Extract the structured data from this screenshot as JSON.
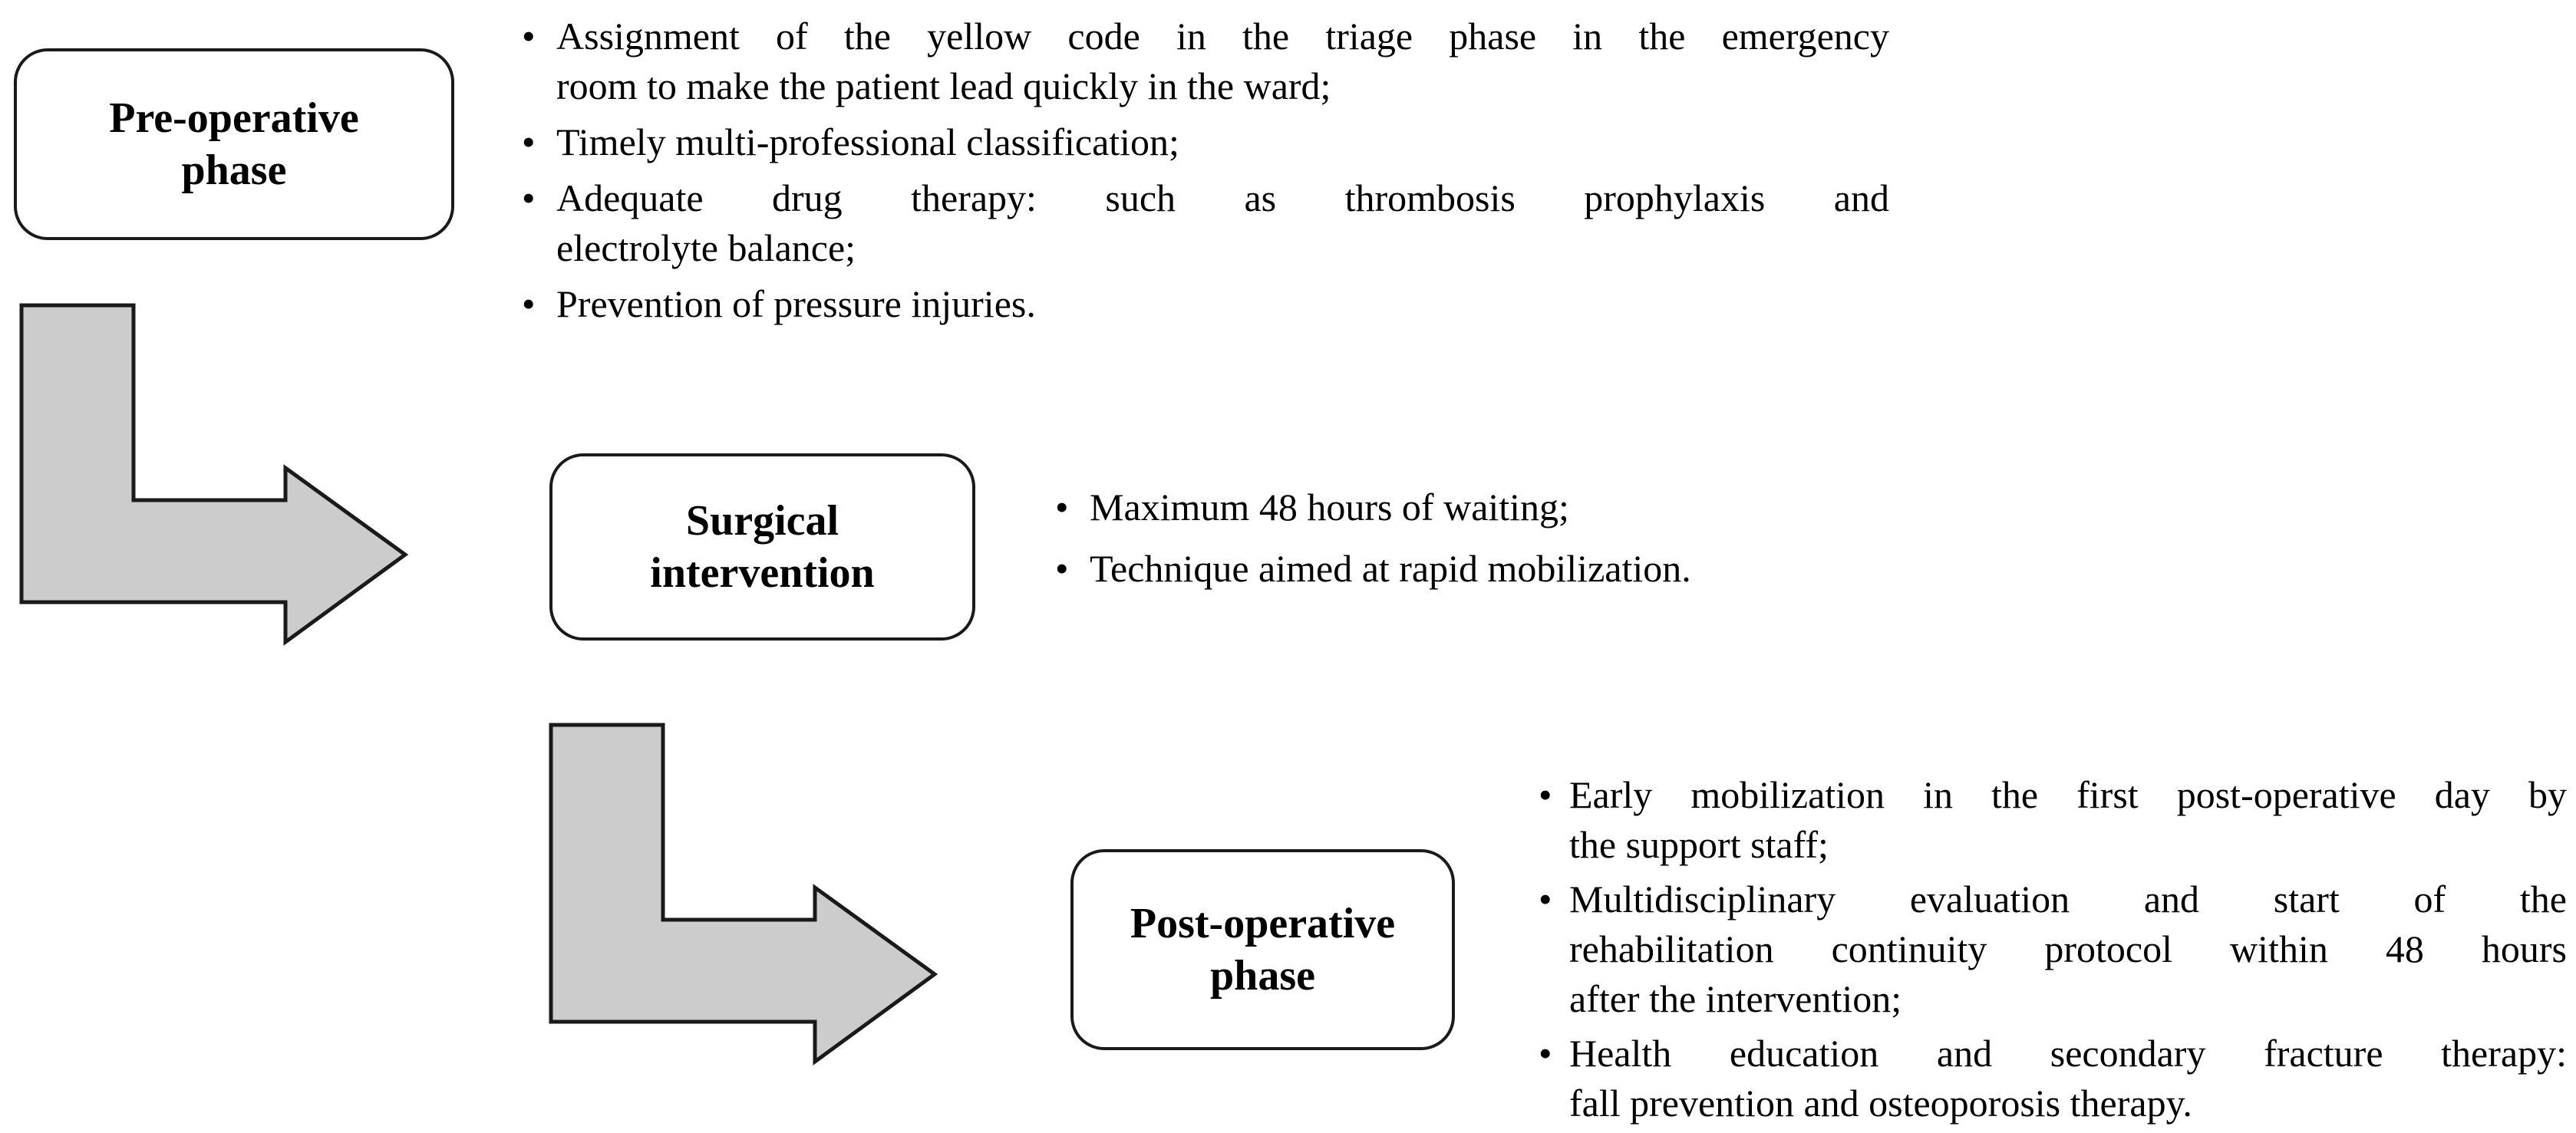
{
  "bullet_char": "•",
  "colors": {
    "background": "#ffffff",
    "box_fill": "#ffffff",
    "box_border": "#1a1a1a",
    "arrow_fill": "#cccccc",
    "arrow_stroke": "#1a1a1a",
    "text": "#000000"
  },
  "nodes": {
    "pre": {
      "label": "Pre-operative phase",
      "label_lines": [
        "Pre-operative",
        "phase"
      ]
    },
    "surgical": {
      "label": "Surgical intervention",
      "label_lines": [
        "Surgical",
        "intervention"
      ]
    },
    "post": {
      "label": "Post-operative phase",
      "label_lines": [
        "Post-operative",
        "phase"
      ]
    }
  },
  "lists": {
    "pre": {
      "items": [
        {
          "lines": [
            "Assignment of the yellow code in the triage phase in the emergency",
            "room to make the patient lead quickly in the ward;"
          ]
        },
        {
          "lines": [
            "Timely multi-professional classification;"
          ]
        },
        {
          "lines": [
            "Adequate drug therapy: such as thrombosis prophylaxis and",
            "electrolyte balance;"
          ]
        },
        {
          "lines": [
            "Prevention of pressure injuries."
          ]
        }
      ]
    },
    "surgical": {
      "items": [
        {
          "lines": [
            "Maximum 48 hours of waiting;"
          ]
        },
        {
          "lines": [
            "Technique aimed at rapid mobilization."
          ]
        }
      ]
    },
    "post": {
      "items": [
        {
          "lines": [
            "Early mobilization in the first post-operative day by",
            "the support staff;"
          ]
        },
        {
          "lines": [
            "Multidisciplinary evaluation and start of the",
            "rehabilitation continuity protocol within 48 hours",
            "after the intervention;"
          ]
        },
        {
          "lines": [
            "Health education and secondary fracture therapy:",
            "fall prevention and osteoporosis therapy."
          ]
        }
      ]
    }
  },
  "arrows": [
    {
      "name": "arrow-pre-to-surgical",
      "direction": "down-then-right"
    },
    {
      "name": "arrow-surgical-to-post",
      "direction": "down-then-right"
    }
  ]
}
